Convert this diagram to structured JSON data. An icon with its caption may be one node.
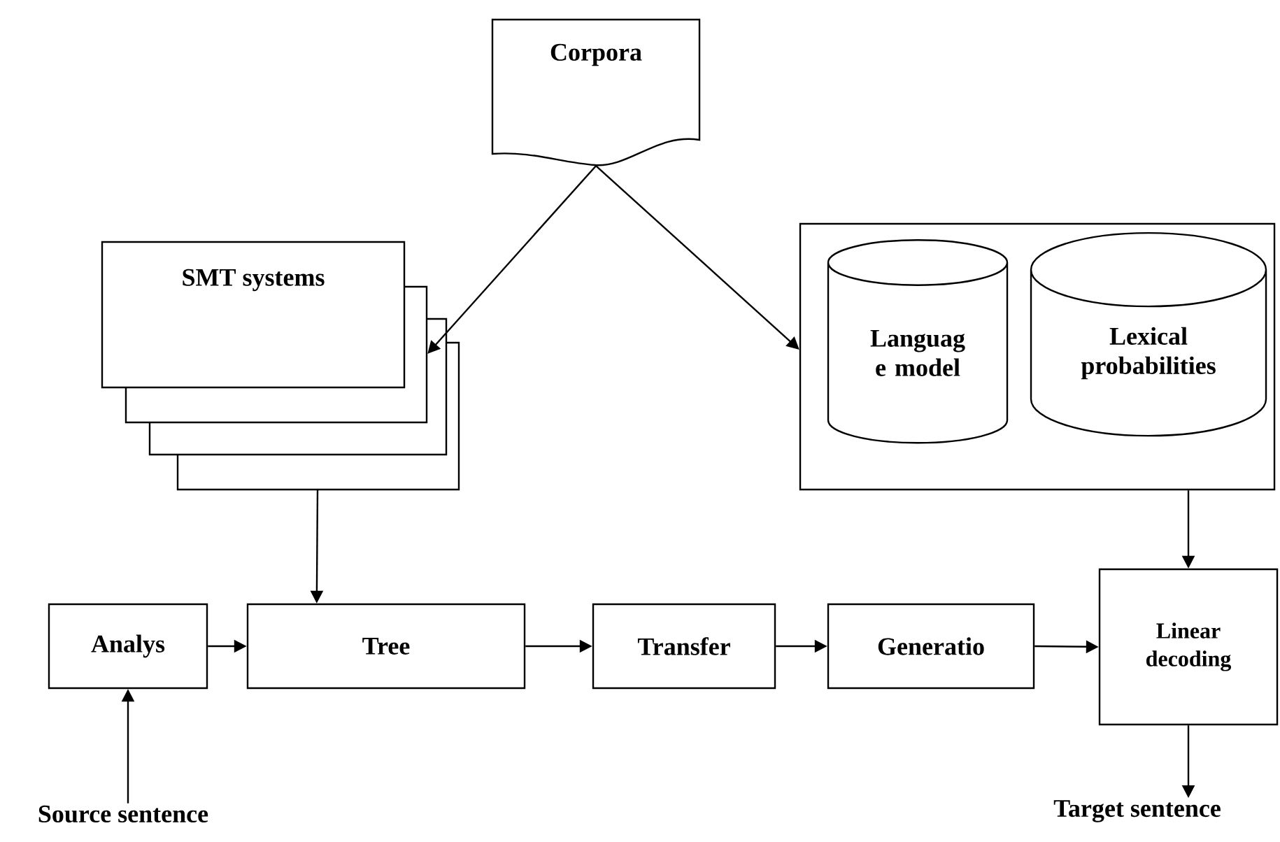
{
  "diagram": {
    "nodes": [
      {
        "text": [
          "Corpora"
        ]
      },
      {
        "text": [
          "SMT systems"
        ]
      },
      {
        "text": [],
        "shape": "box"
      },
      {
        "text": [
          "Languag e model"
        ],
        "in": 2
      },
      {
        "text": [
          "Lexical probabilities"
        ],
        "in": 2
      },
      {
        "text": [
          "Analys"
        ]
      },
      {
        "text": [
          "Tree"
        ]
      },
      {
        "text": [
          "Transfer"
        ]
      },
      {
        "text": [
          "Generatio"
        ]
      },
      {
        "text": [
          "Linear decoding"
        ]
      },
      {
        "text": [
          "Source sentence"
        ]
      },
      {
        "text": [
          "Target sentence"
        ]
      }
    ],
    "edges": [
      {
        "from": 0,
        "to": 1,
        "arrow": "to"
      },
      {
        "from": 0,
        "to": 2,
        "arrow": "to"
      },
      {
        "from": 1,
        "to": 6,
        "arrow": "to"
      },
      {
        "from": 2,
        "to": 9,
        "arrow": "to"
      },
      {
        "from": 5,
        "to": 6,
        "arrow": "to"
      },
      {
        "from": 6,
        "to": 7,
        "arrow": "to"
      },
      {
        "from": 7,
        "to": 8,
        "arrow": "to"
      },
      {
        "from": 8,
        "to": 9,
        "arrow": "to"
      },
      {
        "from": 10,
        "to": 5,
        "arrow": "to"
      },
      {
        "from": 9,
        "to": 11,
        "arrow": "to"
      }
    ]
  }
}
